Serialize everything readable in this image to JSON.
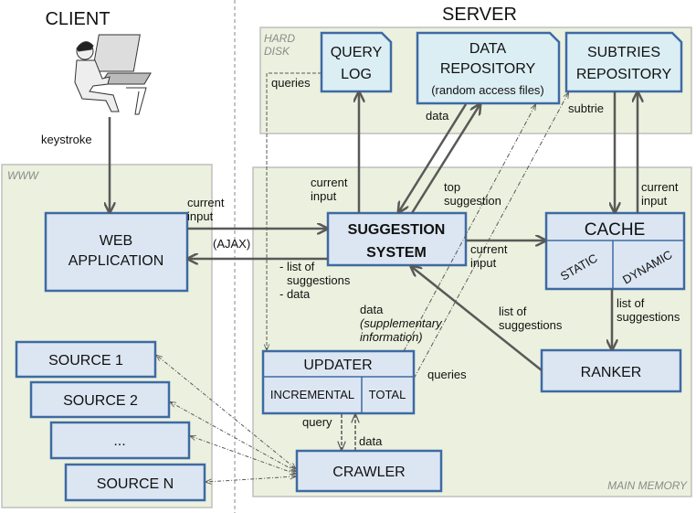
{
  "headings": {
    "client": "CLIENT",
    "server": "SERVER"
  },
  "regions": {
    "hard_disk": [
      "HARD",
      "DISK"
    ],
    "www": "WWW",
    "main_memory": "MAIN MEMORY"
  },
  "nodes": {
    "query_log": [
      "QUERY",
      "LOG"
    ],
    "data_repository": [
      "DATA",
      "REPOSITORY",
      "(random access files)"
    ],
    "subtries_repository": [
      "SUBTRIES",
      "REPOSITORY"
    ],
    "web_application": [
      "WEB",
      "APPLICATION"
    ],
    "suggestion_system": [
      "SUGGESTION",
      "SYSTEM"
    ],
    "cache": {
      "title": "CACHE",
      "left": "STATIC",
      "right": "DYNAMIC"
    },
    "ranker": "RANKER",
    "updater": {
      "title": "UPDATER",
      "left": "INCREMENTAL",
      "right": "TOTAL"
    },
    "crawler": "CRAWLER",
    "sources": [
      "SOURCE 1",
      "SOURCE 2",
      "...",
      "SOURCE N"
    ]
  },
  "edge_labels": {
    "keystroke": "keystroke",
    "webapp_current_input": [
      "current",
      "input"
    ],
    "ajax": "(AJAX)",
    "ss_to_webapp": [
      "- list of",
      "suggestions",
      "- data"
    ],
    "ss_to_querylog": [
      "current",
      "input"
    ],
    "querylog_queries": "queries",
    "repo_data": "data",
    "top_suggestion": [
      "top",
      "suggestion"
    ],
    "subtrie": "subtrie",
    "cache_current_input": [
      "current",
      "input"
    ],
    "ss_to_cache": [
      "current",
      "input"
    ],
    "cache_to_ranker": [
      "list of",
      "suggestions"
    ],
    "ranker_to_ss": [
      "list of",
      "suggestions"
    ],
    "supplementary": [
      "data",
      "(supplementary",
      "information)"
    ],
    "updater_queries": "queries",
    "query": "query",
    "crawler_data": "data"
  },
  "colors": {
    "box_fill": "#dce6f2",
    "box_stroke": "#3e6aa3",
    "repo_fill": "#dbeef4",
    "region_fill": "#ebf1de",
    "arrow": "#595959"
  }
}
